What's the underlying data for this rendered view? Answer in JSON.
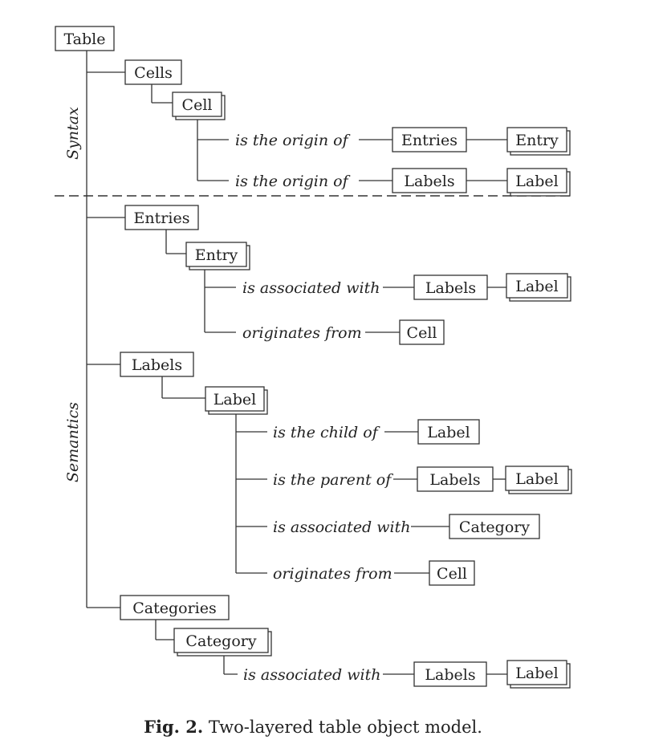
{
  "diagram": {
    "layers": {
      "syntax": "Syntax",
      "semantics": "Semantics"
    },
    "nodes": {
      "table": "Table",
      "syn_cells": "Cells",
      "syn_cell": "Cell",
      "syn_entries": "Entries",
      "syn_entry": "Entry",
      "syn_labels": "Labels",
      "syn_label": "Label",
      "sem_entries": "Entries",
      "sem_entry": "Entry",
      "entry_labels": "Labels",
      "entry_label": "Label",
      "entry_cell": "Cell",
      "sem_labels": "Labels",
      "sem_label": "Label",
      "child_label": "Label",
      "parent_labels": "Labels",
      "parent_label": "Label",
      "label_category": "Category",
      "label_cell": "Cell",
      "sem_categories": "Categories",
      "sem_category": "Category",
      "cat_labels": "Labels",
      "cat_label": "Label"
    },
    "relations": {
      "cell_origin_entries": "is the origin of",
      "cell_origin_labels": "is the origin of",
      "entry_associated": "is associated with",
      "entry_originates": "originates from",
      "label_child": "is the child of",
      "label_parent": "is the parent of",
      "label_associated": "is associated with",
      "label_originates": "originates from",
      "category_associated": "is associated with"
    }
  },
  "caption": {
    "label": "Fig. 2.",
    "text": "Two-layered table object model."
  }
}
